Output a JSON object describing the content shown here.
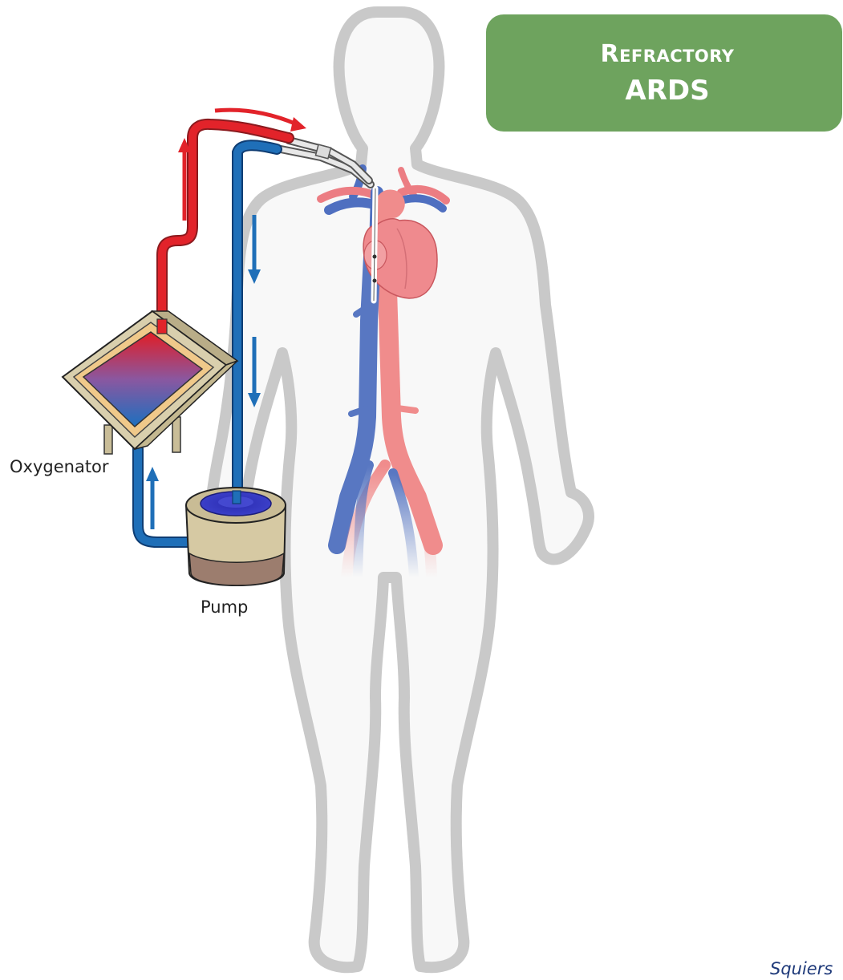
{
  "title": {
    "line1": "Refractory",
    "line2": "ARDS"
  },
  "labels": {
    "oxygenator": "Oxygenator",
    "pump": "Pump"
  },
  "citation": "Squiers",
  "colors": {
    "title_bg": "#6ea35e",
    "oxygenated_blood": "#e2232a",
    "deoxygenated_blood": "#1f6fb8",
    "body_outline": "#c8c8c8",
    "artery": "#f08c8c",
    "vein": "#5877c2",
    "heart": "#ef8a8e",
    "device_body": "#d8ccaa"
  },
  "icons": [
    "flow-arrow-icon"
  ]
}
